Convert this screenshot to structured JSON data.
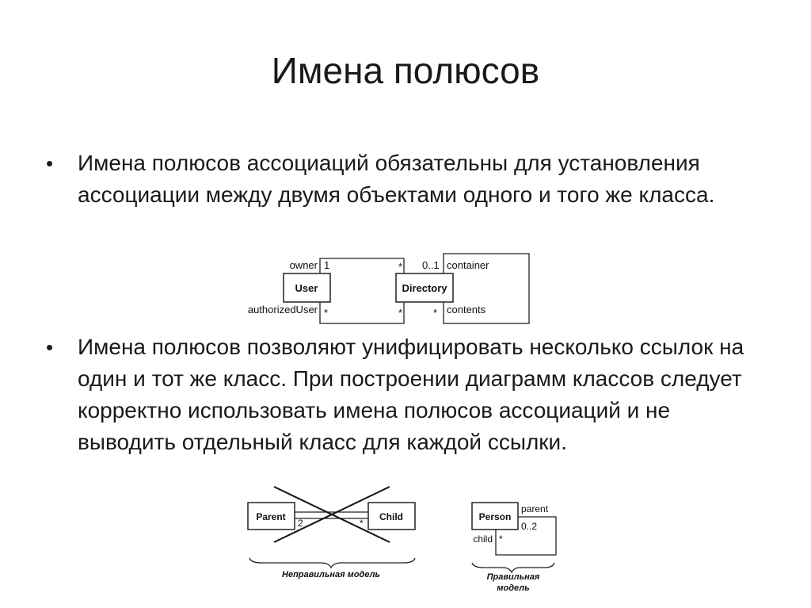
{
  "title": "Имена полюсов",
  "bullets": [
    "Имена полюсов ассоциаций обязательны для установления ассоциации между двумя объектами одного и того же класса.",
    "Имена полюсов позволяют унифицировать несколько ссылок на один и тот же класс. При построении диаграмм классов следует корректно использовать имена полюсов ассоциаций и не выводить отдельный класс для каждой ссылки."
  ],
  "bullet_symbol": "•",
  "diagram1": {
    "user_class": "User",
    "directory_class": "Directory",
    "owner_role": "owner",
    "owner_mult": "1",
    "authorized_role": "authorizedUser",
    "authorized_mult": "*",
    "dir_end_mult_top": "*",
    "dir_end_mult_bottom": "*",
    "container_mult": "0..1",
    "container_role": "container",
    "contents_mult": "*",
    "contents_role": "contents"
  },
  "diagram2": {
    "parent_class": "Parent",
    "child_class": "Child",
    "mult_2": "2",
    "mult_star": "*",
    "caption": "Неправильная модель"
  },
  "diagram3": {
    "person_class": "Person",
    "parent_role": "parent",
    "parent_mult": "0..2",
    "child_role": "child",
    "child_mult": "*",
    "caption_line1": "Правильная",
    "caption_line2": "модель"
  }
}
